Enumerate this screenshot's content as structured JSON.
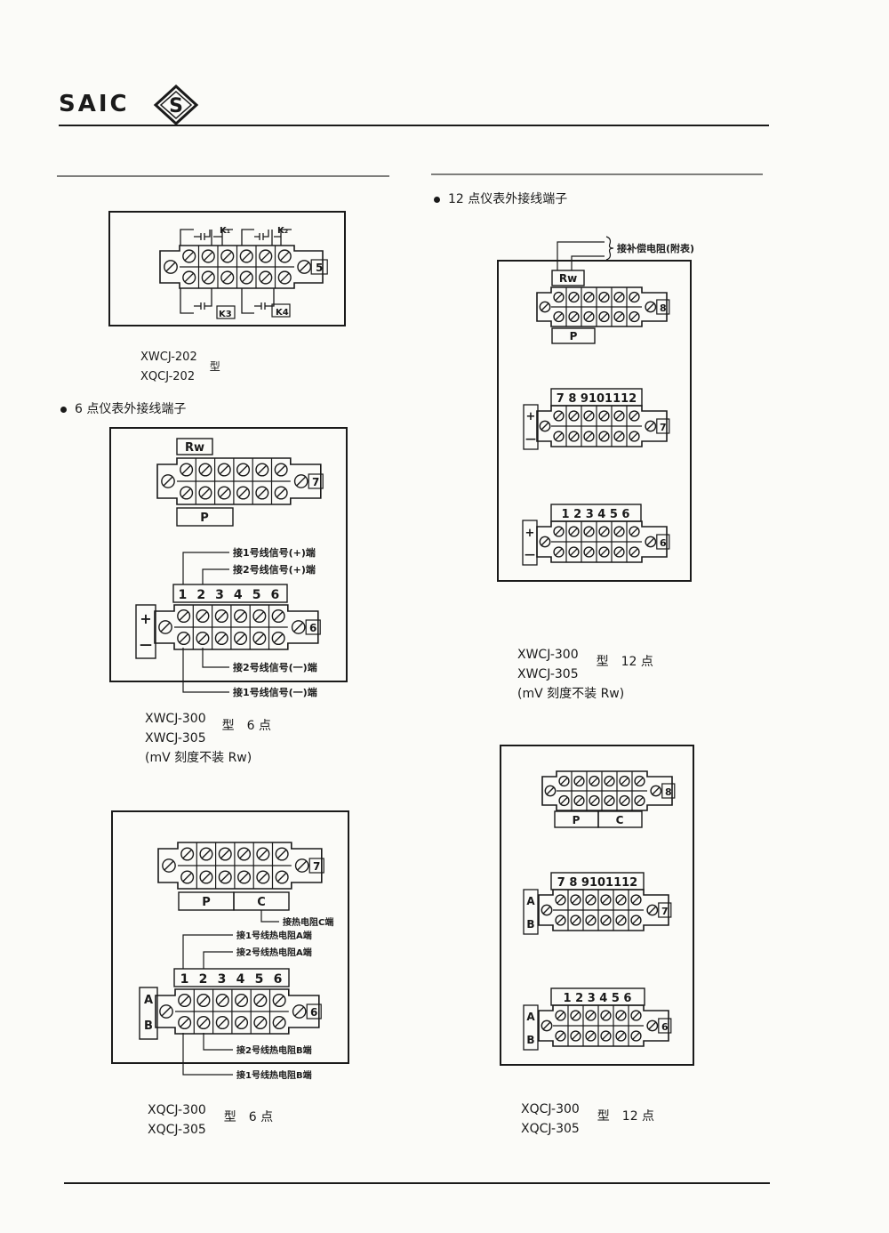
{
  "header": {
    "logo_text": "SAIC",
    "logo_mark": "S"
  },
  "sections": {
    "six_point_title": "6 点仪表外接线端子",
    "twelve_point_title": "12 点仪表外接线端子"
  },
  "diagram_1": {
    "labels": {
      "k1": "K₁",
      "k2": "K₂",
      "k3": "K3",
      "k4": "K4",
      "side": "5"
    },
    "caption": {
      "models": [
        "XWCJ-202",
        "XQCJ-202"
      ],
      "type": "型"
    }
  },
  "diagram_2": {
    "labels": {
      "rw": "Rw",
      "p": "P",
      "side_top": "7",
      "side_bottom": "6",
      "plus": "+",
      "minus": "—",
      "nums": [
        "1",
        "2",
        "3",
        "4",
        "5",
        "6"
      ]
    },
    "annotations": [
      "接1号线信号(+)端",
      "接2号线信号(+)端",
      "接2号线信号(一)端",
      "接1号线信号(一)端"
    ],
    "caption": {
      "models": [
        "XWCJ-300",
        "XWCJ-305"
      ],
      "type": "型",
      "points": "6 点",
      "note": "(mV 刻度不装 Rw)"
    }
  },
  "diagram_3": {
    "labels": {
      "p": "P",
      "c": "C",
      "side_top": "7",
      "side_bottom": "6",
      "a": "A",
      "b": "B",
      "nums": [
        "1",
        "2",
        "3",
        "4",
        "5",
        "6"
      ]
    },
    "annotations": [
      "接热电阻C端",
      "接1号线热电阻A端",
      "接2号线热电阻A端",
      "接2号线热电阻B端",
      "接1号线热电阻B端"
    ],
    "caption": {
      "models": [
        "XQCJ-300",
        "XQCJ-305"
      ],
      "type": "型",
      "points": "6 点"
    }
  },
  "diagram_4": {
    "labels": {
      "rw": "Rw",
      "p": "P",
      "side_1": "8",
      "side_2": "7",
      "side_3": "6",
      "plus": "+",
      "minus": "—",
      "nums_top": "7 8 9101112",
      "nums_bottom": "1 2 3 4 5 6"
    },
    "annotations": [
      "接补偿电阻(附表)"
    ],
    "caption": {
      "models": [
        "XWCJ-300",
        "XWCJ-305"
      ],
      "type": "型",
      "points": "12 点",
      "note": "(mV 刻度不装 Rw)"
    }
  },
  "diagram_5": {
    "labels": {
      "p": "P",
      "c": "C",
      "side_1": "8",
      "side_2": "7",
      "side_3": "6",
      "a": "A",
      "b": "B",
      "nums_top": "7 8 9101112",
      "nums_bottom": "1 2 3 4 5 6"
    },
    "caption": {
      "models": [
        "XQCJ-300",
        "XQCJ-305"
      ],
      "type": "型",
      "points": "12 点"
    }
  },
  "colors": {
    "ink": "#1a1a1a",
    "paper": "#fbfbf8"
  }
}
